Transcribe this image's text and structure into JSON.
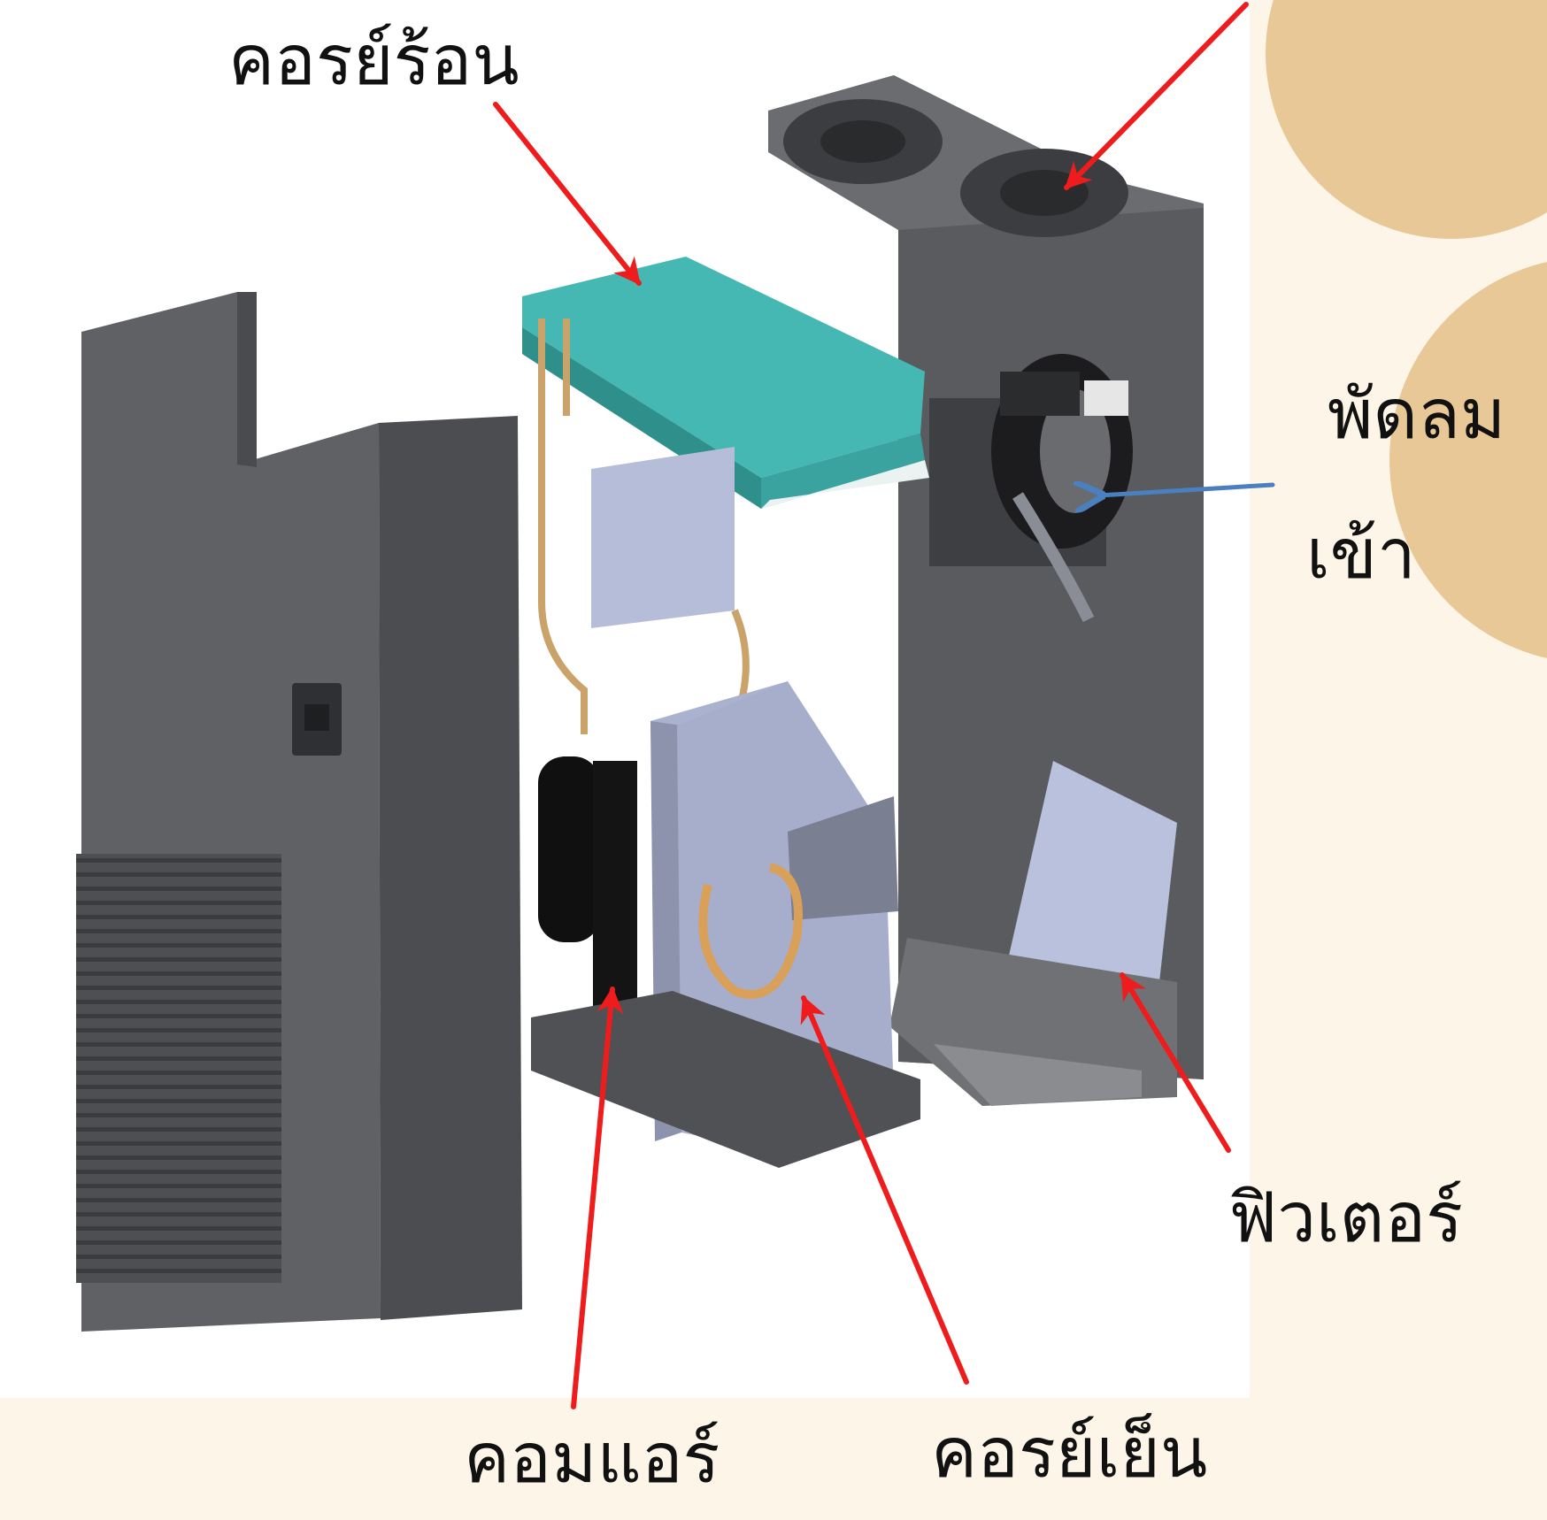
{
  "labels": {
    "hot_coil": "คอรย์ร้อน",
    "fan_line1": "พัดลม",
    "fan_line2": "เข้า",
    "filter": "ฟิวเตอร์",
    "compressor": "คอมแอร์",
    "cold_coil": "คอรย์เย็น"
  },
  "colors": {
    "background": "#fdf6e8",
    "photo_background": "#ffffff",
    "decor_circle": "#e8c896",
    "cabinet_dark": "#5c5d60",
    "coil_teal": "#45b8b3",
    "arrow_red": "#ee1c1c",
    "arrow_blue": "#4a7fc0"
  }
}
